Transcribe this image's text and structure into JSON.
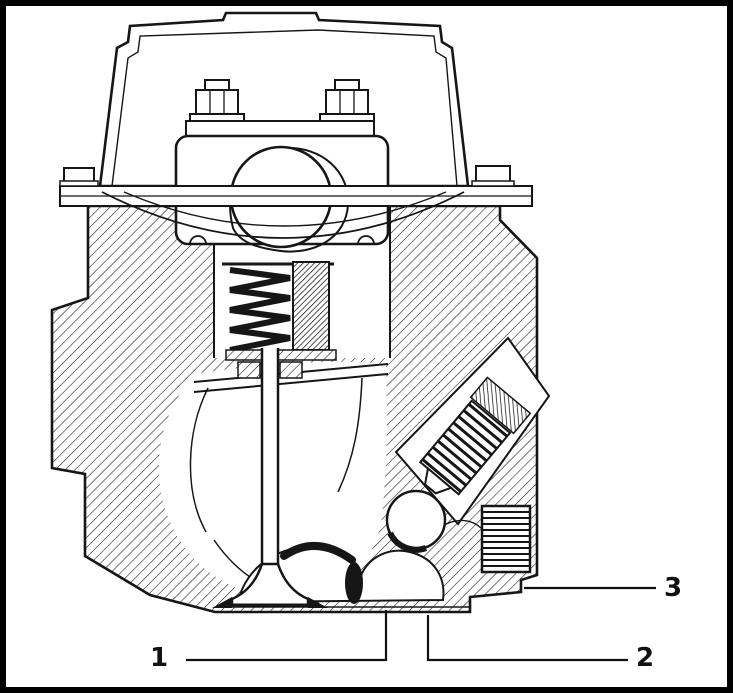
{
  "figure": {
    "type": "engine-cylinder-head-cross-section",
    "description": "Sectional technical drawing of an engine cylinder head showing the valve, valve spring, spark plug bore and combustion chamber, with three numbered callouts",
    "colors": {
      "ink": "#161616",
      "background": "#ffffff",
      "frame": "#000000"
    },
    "callouts": [
      {
        "label": "1"
      },
      {
        "label": "2"
      },
      {
        "label": "3"
      }
    ]
  }
}
